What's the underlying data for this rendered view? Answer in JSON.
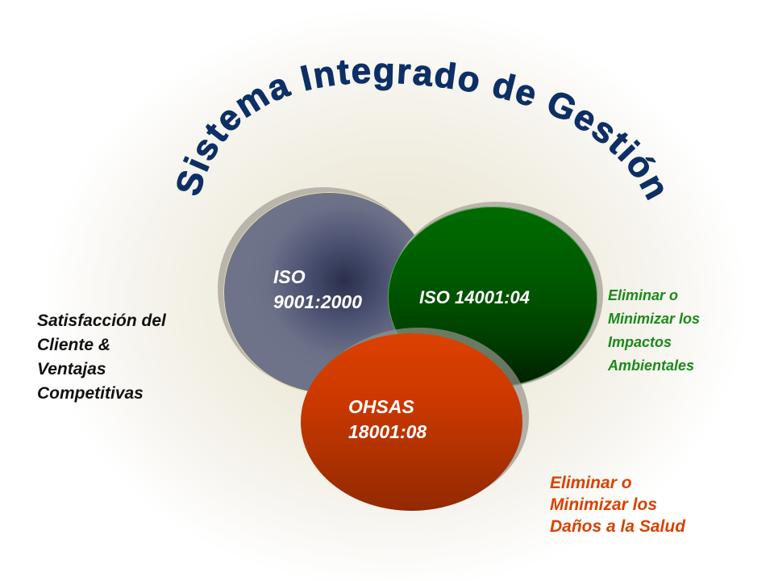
{
  "title": "Sistema Integrado de Gestión",
  "colors": {
    "title": "#0d2f66",
    "quality_circle": "#6b7088",
    "environment_circle": "#006400",
    "health_circle": "#d84000",
    "quality_text": "#111111",
    "environment_text": "#1a8a1a",
    "health_text": "#d84200"
  },
  "circles": {
    "quality": {
      "label": "ISO\n9001:2000"
    },
    "environment": {
      "label": "ISO 14001:04"
    },
    "health": {
      "label": "OHSAS\n18001:08"
    }
  },
  "side_texts": {
    "quality": "Satisfacción del\nCliente &\nVentajas\nCompetitivas",
    "environment": "Eliminar o\nMinimizar los\nImpactos\nAmbientales",
    "health": "Eliminar o\nMinimizar los\nDaños a la Salud"
  }
}
